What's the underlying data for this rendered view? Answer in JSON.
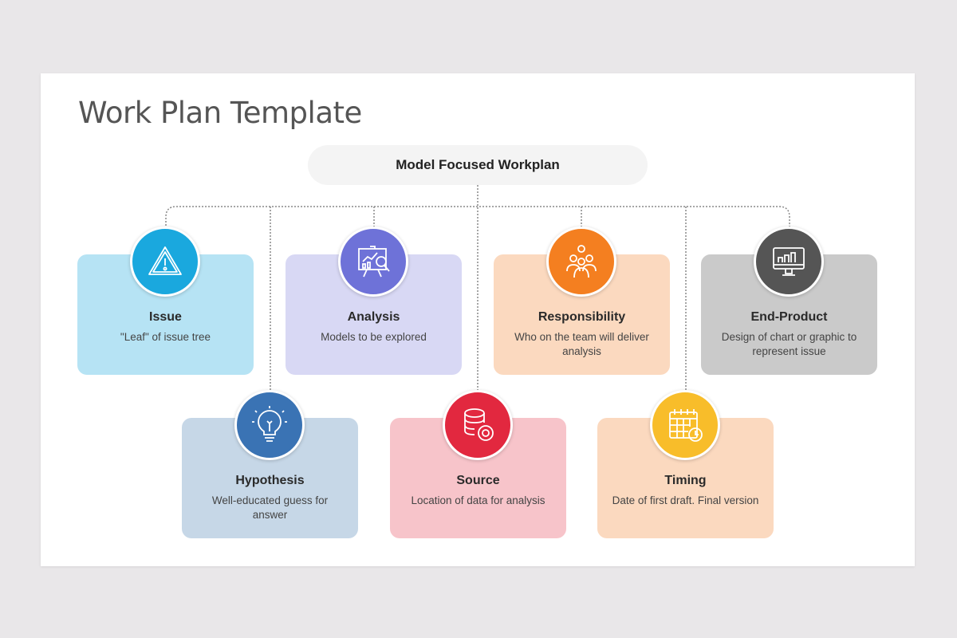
{
  "title": "Work Plan Template",
  "root": "Model Focused Workplan",
  "items": [
    {
      "title": "Issue",
      "desc": "\"Leaf\" of issue tree",
      "icon": "warning-icon",
      "card": "#b6e3f4",
      "accent": "#1aa8de"
    },
    {
      "title": "Analysis",
      "desc": "Models to be explored",
      "icon": "presentation-analytics-icon",
      "card": "#d8d8f4",
      "accent": "#6e72d8"
    },
    {
      "title": "Responsibility",
      "desc": "Who on the team will deliver analysis",
      "icon": "team-icon",
      "card": "#fbd9bf",
      "accent": "#f47f20"
    },
    {
      "title": "End-Product",
      "desc": "Design of chart or graphic to represent issue",
      "icon": "monitor-chart-icon",
      "card": "#cacaca",
      "accent": "#555555"
    },
    {
      "title": "Hypothesis",
      "desc": "Well-educated guess for answer",
      "icon": "lightbulb-icon",
      "card": "#c6d7e7",
      "accent": "#3a73b4"
    },
    {
      "title": "Source",
      "desc": "Location of data for analysis",
      "icon": "database-gear-icon",
      "card": "#f7c4ca",
      "accent": "#e2283f"
    },
    {
      "title": "Timing",
      "desc": "Date of first draft. Final version",
      "icon": "calendar-clock-icon",
      "card": "#fbd9bf",
      "accent": "#f8bd2a"
    }
  ]
}
